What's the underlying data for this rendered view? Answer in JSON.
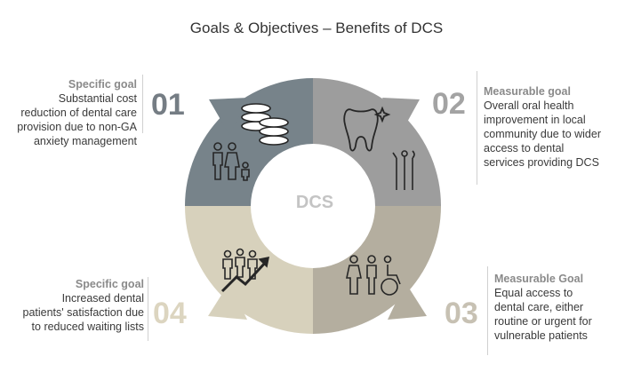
{
  "title": "Goals & Objectives – Benefits of DCS",
  "center_label": "DCS",
  "colors": {
    "q1": "#77838a",
    "q2": "#9d9d9d",
    "q3": "#b4ae9f",
    "q4": "#d7d1bc",
    "icon_stroke": "#262626"
  },
  "goals": [
    {
      "number": "01",
      "heading": "Specific goal",
      "lines": [
        "Substantial cost",
        "reduction of dental care",
        "provision  due to non-GA",
        "anxiety management"
      ],
      "icons": [
        "coins-stack-icon",
        "family-icon"
      ]
    },
    {
      "number": "02",
      "heading": "Measurable goal",
      "lines": [
        "Overall oral health",
        "improvement  in local",
        "community due to wider",
        "access to dental",
        "services providing  DCS"
      ],
      "icons": [
        "tooth-icon",
        "dental-tools-icon"
      ]
    },
    {
      "number": "03",
      "heading": "Measurable Goal",
      "lines": [
        "Equal access to",
        "dental care, either",
        "routine or urgent for",
        "vulnerable  patients"
      ],
      "icons": [
        "people-accessibility-icon"
      ]
    },
    {
      "number": "04",
      "heading": "Specific goal",
      "lines": [
        "Increased dental",
        "patients' satisfaction due",
        "to reduced waiting lists"
      ],
      "icons": [
        "growth-people-icon"
      ]
    }
  ]
}
